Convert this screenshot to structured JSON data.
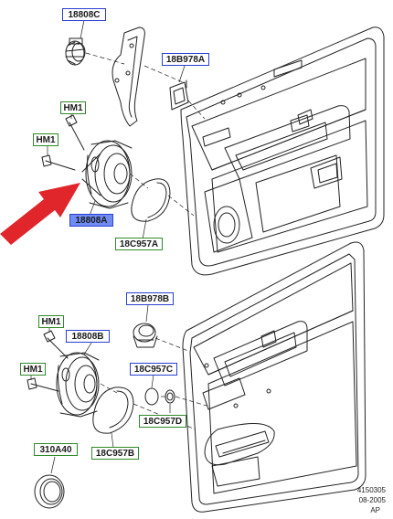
{
  "labels": {
    "c18808C": "18808C",
    "c18B978A": "18B978A",
    "hm1_a": "HM1",
    "hm1_b": "HM1",
    "c18808A": "18808A",
    "c18C957A": "18C957A",
    "c18B978B": "18B978B",
    "hm1_c": "HM1",
    "c18808B": "18808B",
    "hm1_d": "HM1",
    "c18C957C": "18C957C",
    "c18C957D": "18C957D",
    "c310A40": "310A40",
    "c18C957B": "18C957B"
  },
  "reference": {
    "number": "4150305",
    "date": "08-2005",
    "code": "AP"
  },
  "colors": {
    "blue_label_border": "#2b3fd0",
    "green_label_border": "#2f8a2a",
    "highlight_fill": "#6f8cf5",
    "arrow": "#e0262b",
    "line": "#222222"
  }
}
